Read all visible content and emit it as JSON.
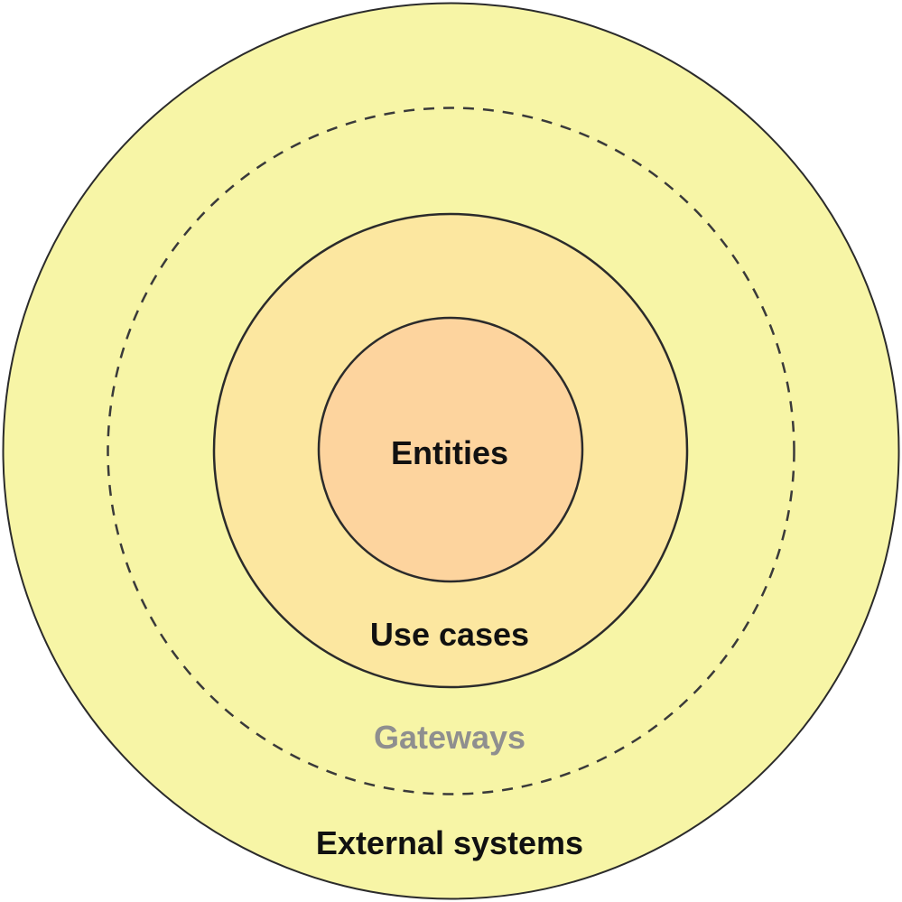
{
  "diagram": {
    "layers": [
      {
        "id": "external-systems",
        "label": "External systems",
        "fill": "#F7F5A6",
        "label_color": "#111111",
        "border": "solid"
      },
      {
        "id": "gateways",
        "label": "Gateways",
        "fill": "#F7F5A6",
        "label_color": "#8F8F8F",
        "border": "dashed"
      },
      {
        "id": "use-cases",
        "label": "Use cases",
        "fill": "#FCE7A0",
        "label_color": "#111111",
        "border": "solid"
      },
      {
        "id": "entities",
        "label": "Entities",
        "fill": "#FDD49E",
        "label_color": "#111111",
        "border": "solid"
      }
    ],
    "colors": {
      "stroke": "#2B2B2B",
      "dash_stroke": "#3A3A3A",
      "background": "#FFFFFF"
    }
  }
}
